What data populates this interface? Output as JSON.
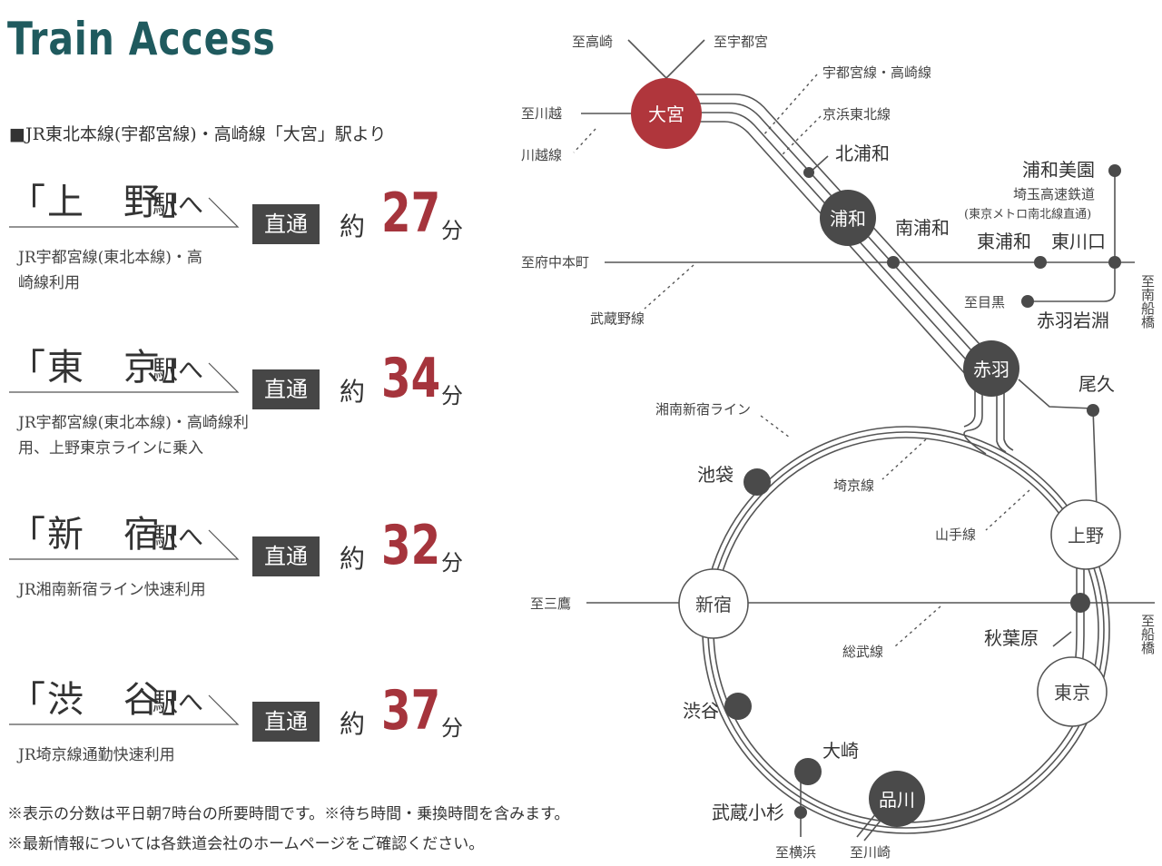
{
  "title": "Train Access",
  "lead": "■JR東北本線(宇都宮線)・高崎線「大宮」駅より",
  "destinations": [
    {
      "name": "「上　野」",
      "suffix": "駅へ",
      "badge": "直通",
      "approx": "約",
      "minutes": "27",
      "unit": "分",
      "route": "JR宇都宮線(東北本線)・高崎線利用"
    },
    {
      "name": "「東　京」",
      "suffix": "駅へ",
      "badge": "直通",
      "approx": "約",
      "minutes": "34",
      "unit": "分",
      "route": "JR宇都宮線(東北本線)・高崎線利用、上野東京ラインに乗入"
    },
    {
      "name": "「新　宿」",
      "suffix": "駅へ",
      "badge": "直通",
      "approx": "約",
      "minutes": "32",
      "unit": "分",
      "route": "JR湘南新宿ライン快速利用"
    },
    {
      "name": "「渋　谷」",
      "suffix": "駅へ",
      "badge": "直通",
      "approx": "約",
      "minutes": "37",
      "unit": "分",
      "route": "JR埼京線通勤快速利用"
    }
  ],
  "notes": [
    "※表示の分数は平日朝7時台の所要時間です。※待ち時間・乗換時間を含みます。",
    "※最新情報については各鉄道会社のホームページをご確認ください。"
  ],
  "map": {
    "colors": {
      "accent": "#b0363c",
      "station_dark": "#4a4a4a",
      "line": "#555555",
      "title": "#1f5a5e"
    },
    "major_stations": {
      "omiya": "大宮",
      "urawa": "浦和",
      "akabane": "赤羽",
      "ueno": "上野",
      "shinjuku": "新宿",
      "tokyo": "東京",
      "shinagawa": "品川"
    },
    "minor_stations": {
      "kita_urawa": "北浦和",
      "minami_urawa": "南浦和",
      "urawa_misono": "浦和美園",
      "higashi_urawa": "東浦和",
      "higashi_kawaguchi": "東川口",
      "akabane_iwabuchi": "赤羽岩淵",
      "oku": "尾久",
      "ikebukuro": "池袋",
      "akihabara": "秋葉原",
      "shibuya": "渋谷",
      "osaki": "大崎",
      "musashi_kosugi": "武蔵小杉"
    },
    "directions": {
      "takasaki": "至高崎",
      "utsunomiya": "至宇都宮",
      "kawagoe": "至川越",
      "fuchu_hommachi": "至府中本町",
      "meguro": "至目黒",
      "minami_funabashi": "至南船橋",
      "mitaka": "至三鷹",
      "funabashi": "至船橋",
      "yokohama": "至横浜",
      "kawasaki": "至川崎"
    },
    "line_labels": {
      "utsunomiya_takasaki": "宇都宮線・高崎線",
      "keihin_tohoku": "京浜東北線",
      "kawagoe_line": "川越線",
      "musashino": "武蔵野線",
      "saitama_rapid": "埼玉高速鉄道",
      "saitama_rapid_note": "(東京メトロ南北線直通)",
      "shonan_shinjuku": "湘南新宿ライン",
      "saikyo": "埼京線",
      "yamanote": "山手線",
      "sobu": "総武線"
    }
  }
}
